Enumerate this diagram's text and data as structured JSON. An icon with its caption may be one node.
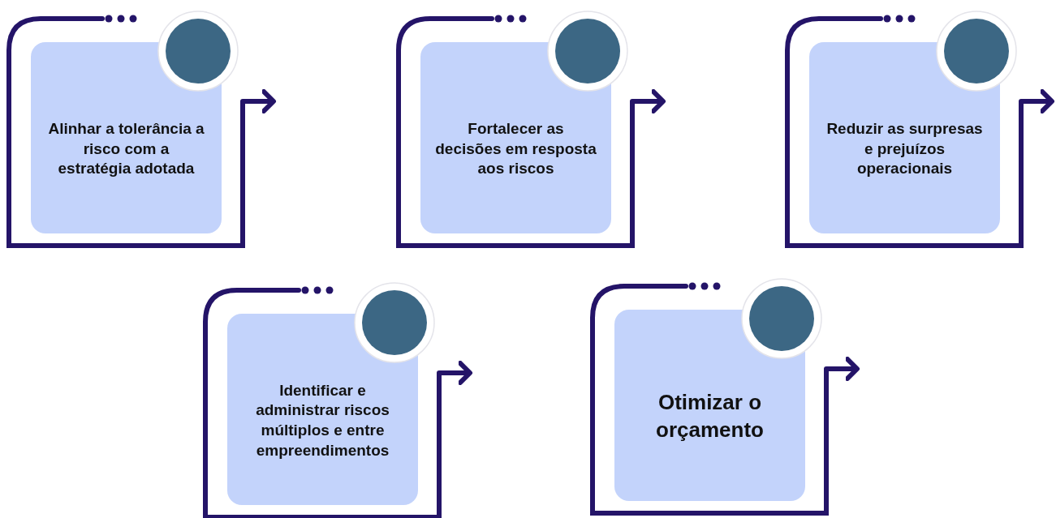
{
  "diagram": {
    "nodes": [
      {
        "text": [
          "Alinhar a tolerância a risco com a estratégia adotada"
        ]
      },
      {
        "text": [
          "Fortalecer as decisões em resposta aos riscos"
        ]
      },
      {
        "text": [
          "Reduzir as surpresas e prejuízos operacionais"
        ]
      },
      {
        "text": [
          "Identificar e administrar riscos múltiplos e entre empreendimentos"
        ]
      },
      {
        "text": [
          "Otimizar o orçamento"
        ]
      }
    ],
    "edges": [
      {
        "from": 0,
        "to": null,
        "arrow": "to"
      },
      {
        "from": 1,
        "to": null,
        "arrow": "to"
      },
      {
        "from": 2,
        "to": null,
        "arrow": "to"
      },
      {
        "from": 3,
        "to": null,
        "arrow": "to"
      },
      {
        "from": 4,
        "to": null,
        "arrow": "to"
      }
    ]
  }
}
